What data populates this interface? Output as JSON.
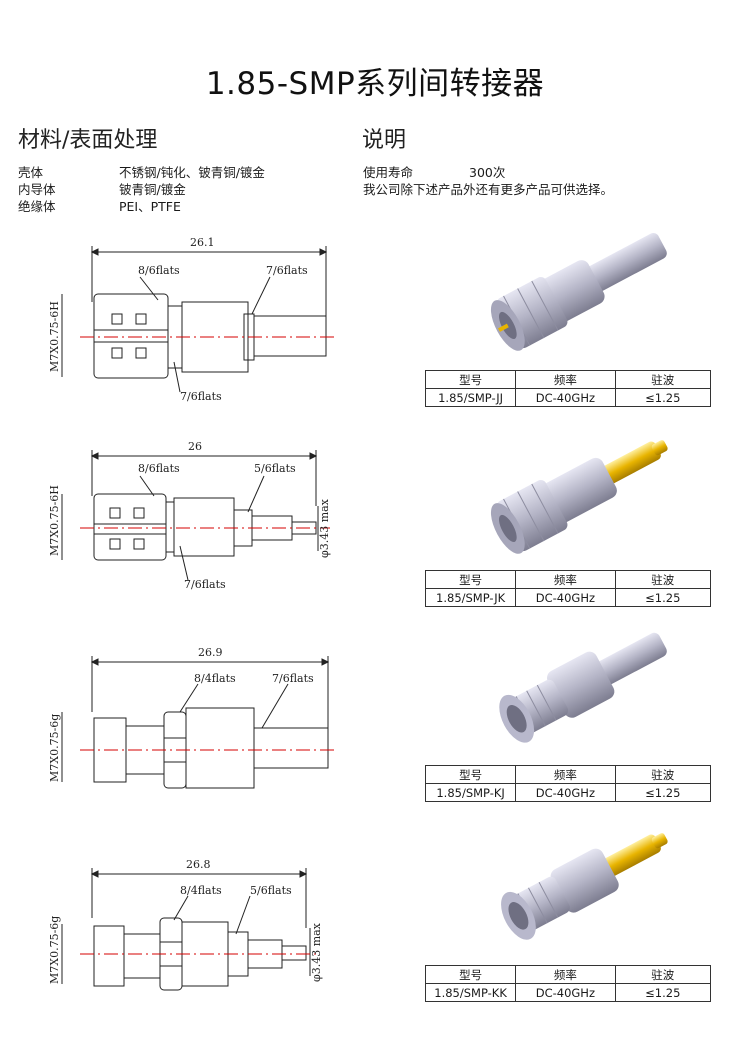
{
  "title": "1.85-SMP系列间转接器",
  "materials": {
    "heading": "材料/表面处理",
    "rows": [
      {
        "part": "壳体",
        "value": "不锈钢/钝化、铍青铜/镀金"
      },
      {
        "part": "内导体",
        "value": "铍青铜/镀金"
      },
      {
        "part": "绝缘体",
        "value": "PEI、PTFE"
      }
    ]
  },
  "description": {
    "heading": "说明",
    "life_label": "使用寿命",
    "life_value": "300次",
    "note": "我公司除下述产品外还有更多产品可供选择。"
  },
  "table_headers": {
    "model": "型号",
    "freq": "频率",
    "vswr": "驻波"
  },
  "products": [
    {
      "model": "1.85/SMP-JJ",
      "freq": "DC-40GHz",
      "vswr": "≤1.25",
      "drawing": {
        "length": "26.1",
        "flats_a": "8/6flats",
        "flats_b": "7/6flats",
        "flats_c": "7/6flats",
        "thread": "M7X0.75-6H",
        "dia": ""
      }
    },
    {
      "model": "1.85/SMP-JK",
      "freq": "DC-40GHz",
      "vswr": "≤1.25",
      "drawing": {
        "length": "26",
        "flats_a": "8/6flats",
        "flats_b": "5/6flats",
        "flats_c": "7/6flats",
        "thread": "M7X0.75-6H",
        "dia": "φ3.43 max"
      }
    },
    {
      "model": "1.85/SMP-KJ",
      "freq": "DC-40GHz",
      "vswr": "≤1.25",
      "drawing": {
        "length": "26.9",
        "flats_a": "8/4flats",
        "flats_b": "7/6flats",
        "flats_c": "",
        "thread": "M7X0.75-6g",
        "dia": ""
      }
    },
    {
      "model": "1.85/SMP-KK",
      "freq": "DC-40GHz",
      "vswr": "≤1.25",
      "drawing": {
        "length": "26.8",
        "flats_a": "8/4flats",
        "flats_b": "5/6flats",
        "flats_c": "",
        "thread": "M7X0.75-6g",
        "dia": "φ3.43 max"
      }
    }
  ],
  "colors": {
    "centerline": "#d40000",
    "gold": "#e8b400",
    "steel": "#b9b9c9"
  }
}
